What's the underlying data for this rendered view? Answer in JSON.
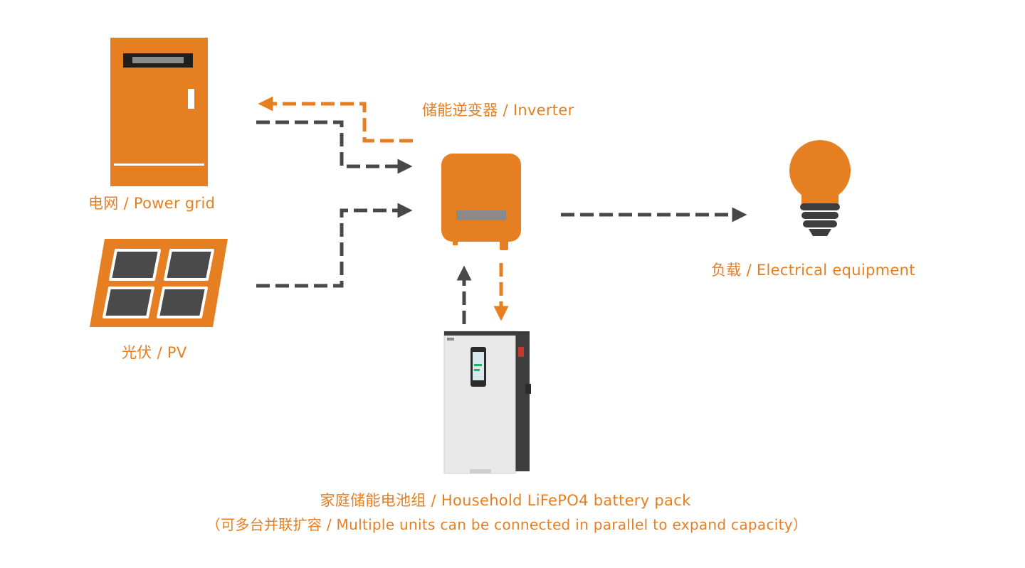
{
  "colors": {
    "orange": "#e67e22",
    "dark_arrow": "#484848",
    "dark_screen": "#1f1f1f",
    "grey_bar": "#8a8a8a",
    "battery_body": "#e9e9ea",
    "battery_side": "#3d3d3d",
    "solar_cell": "#4a4a4a"
  },
  "labels": {
    "inverter": "储能逆变器 / Inverter",
    "grid": "电网 / Power grid",
    "pv": "光伏 / PV",
    "load": "负载 / Electrical equipment",
    "battery": "家庭储能电池组 / Household LiFePO4 battery pack",
    "battery_note": "（可多台并联扩容 / Multiple units can be connected in parallel to expand capacity）"
  },
  "icons": {
    "grid": "power-cabinet-icon",
    "pv": "solar-panel-icon",
    "inverter": "inverter-icon",
    "load": "light-bulb-icon",
    "battery": "battery-pack-icon"
  }
}
